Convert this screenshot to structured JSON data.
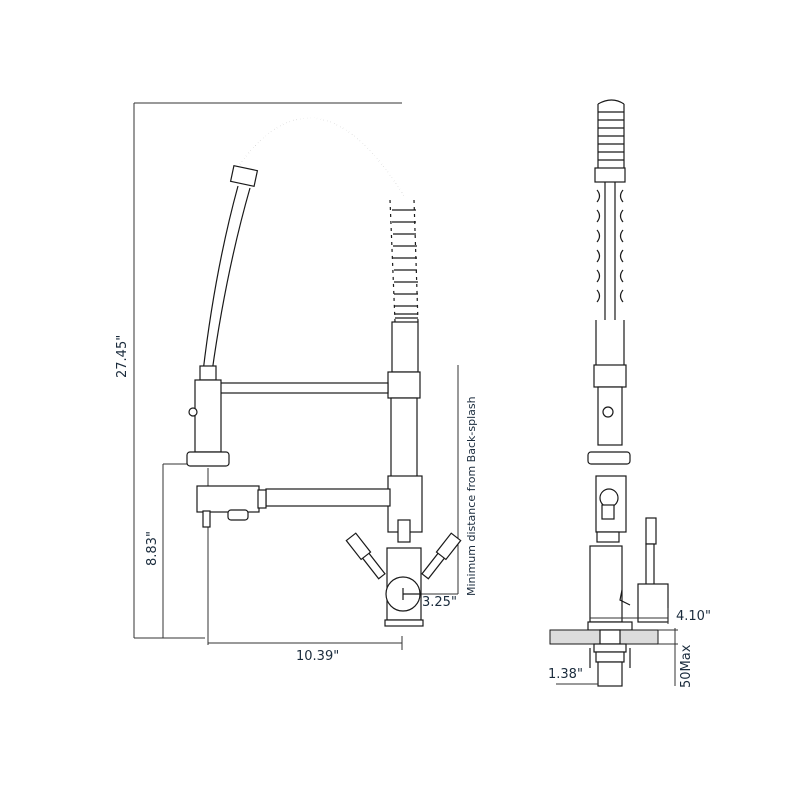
{
  "diagram": {
    "title": "Pull-down spring kitchen faucet dimensional drawing",
    "views": [
      "front-view",
      "side-view"
    ],
    "line_color": "#1a1a1a",
    "label_color": "#1a2b3c"
  },
  "front_view": {
    "dimensions": {
      "overall_height": "27.45\"",
      "spout_height": "8.83\"",
      "spout_reach": "10.39\"",
      "handle_radius": "3.25\"",
      "backsplash_note": "Minimum distance from Back-splash"
    }
  },
  "side_view": {
    "dimensions": {
      "base_depth": "4.10\"",
      "shank_diameter": "1.38\"",
      "max_deck_thickness": "50Max"
    }
  }
}
